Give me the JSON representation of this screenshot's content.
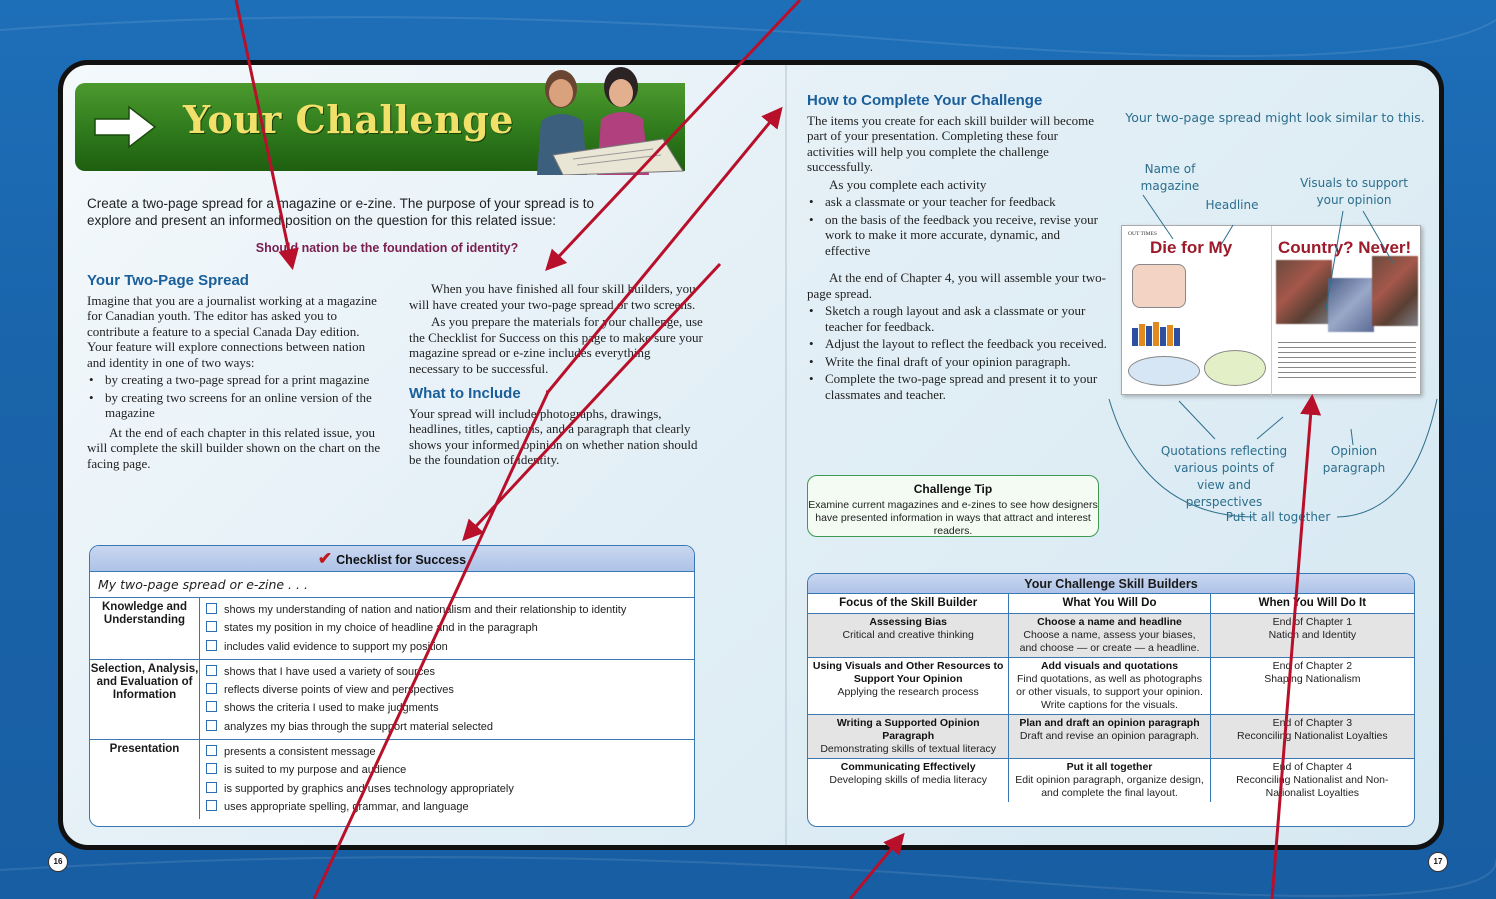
{
  "left_page": {
    "title": "Your Challenge",
    "intro": "Create a two-page spread for a magazine or e-zine. The purpose of your spread is to explore and present an informed position on the question for this related issue:",
    "question": "Should nation be the foundation of identity?",
    "two_page_spread": {
      "heading": "Your Two-Page Spread",
      "para1": "Imagine that you are a journalist working at a magazine for Canadian youth. The editor has asked you to contribute a feature to a special Canada Day edition. Your feature will explore connections between nation and identity in one of two ways:",
      "bullets": [
        "by creating a two-page spread for a print magazine",
        "by creating two screens for an online version of the magazine"
      ],
      "para2": "At the end of each chapter in this related issue, you will complete the skill builder shown on the chart on the facing page."
    },
    "col2": {
      "para1": "When you have finished all four skill builders, you will have created your two-page spread or two screens.",
      "para2": "As you prepare the materials for your challenge, use the Checklist for Success on this page to make sure your magazine spread or e-zine includes everything necessary to be successful."
    },
    "what_to_include": {
      "heading": "What to Include",
      "text": "Your spread will include photographs, drawings, headlines, titles, captions, and a paragraph that clearly shows your informed opinion on whether nation should be the foundation of identity."
    },
    "checklist": {
      "title": "Checklist for Success",
      "subtitle": "My two-page spread or e-zine . . .",
      "rows": [
        {
          "category": "Knowledge and Understanding",
          "items": [
            "shows my understanding of nation and nationalism and their relationship to identity",
            "states my position in my choice of headline and in the paragraph",
            "includes valid evidence to support my position"
          ]
        },
        {
          "category": "Selection, Analysis, and Evaluation of Information",
          "items": [
            "shows that I have used a variety of sources",
            "reflects diverse points of view and perspectives",
            "shows the criteria I used to make judgments",
            "analyzes my bias through the support material selected"
          ]
        },
        {
          "category": "Presentation",
          "items": [
            "presents a consistent message",
            "is suited to my purpose and audience",
            "is supported by graphics and uses technology appropriately",
            "uses appropriate spelling, grammar, and language"
          ]
        }
      ]
    },
    "page_number": "16"
  },
  "right_page": {
    "how_to": {
      "heading": "How to Complete Your Challenge",
      "para1": "The items you create for each skill builder will become part of your presentation. Completing these four activities will help you complete the challenge successfully.",
      "para2": "As you complete each activity",
      "bullets1": [
        "ask a classmate or your teacher for feedback",
        "on the basis of the feedback you receive, revise your work to make it more accurate, dynamic, and effective"
      ],
      "para3": "At the end of Chapter 4, you will assemble your two-page spread.",
      "bullets2": [
        "Sketch a rough layout and ask a classmate or your teacher for feedback.",
        "Adjust the layout to reflect the feedback you received.",
        "Write the final draft of your opinion paragraph.",
        "Complete the two-page spread and present it to your classmates and teacher."
      ]
    },
    "tip": {
      "title": "Challenge Tip",
      "text": "Examine current magazines and e-zines to see how designers have presented information in ways that attract and interest readers."
    },
    "sample": {
      "caption": "Your two-page spread might look similar to this.",
      "labels": {
        "magazine_name": "Name of magazine",
        "headline": "Headline",
        "visuals": "Visuals to support your opinion",
        "quotations": "Quotations reflecting various points of view and perspectives",
        "opinion": "Opinion paragraph",
        "together": "Put it all together"
      },
      "headline_left": "Die for My",
      "headline_right": "Country? Never!",
      "paper_name": "OUT TIMES"
    },
    "skills": {
      "title": "Your Challenge Skill Builders",
      "headers": [
        "Focus of the Skill Builder",
        "What You Will Do",
        "When You Will Do It"
      ],
      "rows": [
        {
          "focus_bold": "Assessing Bias",
          "focus": "Critical and creative thinking",
          "do_bold": "Choose a name and headline",
          "do": "Choose a name, assess your biases, and choose — or create — a headline.",
          "when": "End of Chapter 1\nNation and Identity"
        },
        {
          "focus_bold": "Using Visuals and Other Resources to Support Your Opinion",
          "focus": "Applying the research process",
          "do_bold": "Add visuals and quotations",
          "do": "Find quotations, as well as photographs or other visuals, to support your opinion. Write captions for the visuals.",
          "when": "End of Chapter 2\nShaping Nationalism"
        },
        {
          "focus_bold": "Writing a Supported Opinion Paragraph",
          "focus": "Demonstrating skills of textual literacy",
          "do_bold": "Plan and draft an opinion paragraph",
          "do": "Draft and revise an opinion paragraph.",
          "when": "End of Chapter 3\nReconciling Nationalist Loyalties"
        },
        {
          "focus_bold": "Communicating Effectively",
          "focus": "Developing skills of media literacy",
          "do_bold": "Put it all together",
          "do": "Edit opinion paragraph, organize design, and complete the final layout.",
          "when": "End of Chapter 4\nReconciling Nationalist and Non-Nationalist Loyalties"
        }
      ]
    },
    "page_number": "17"
  },
  "colors": {
    "background": "#1d6fb8",
    "banner": "#2f7a1c",
    "title": "#f1e06a",
    "heading": "#1a5e9a",
    "question": "#7a1e4e",
    "arrow": "#b8102a",
    "table_border": "#3a78b5"
  }
}
